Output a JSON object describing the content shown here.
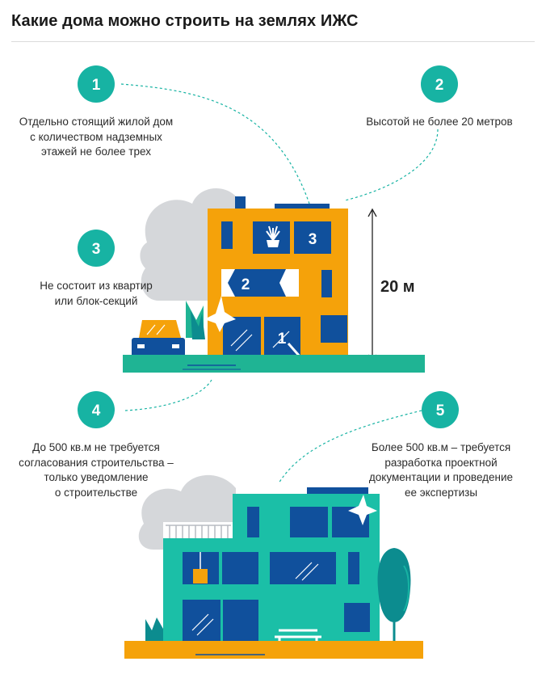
{
  "title": "Какие дома можно строить на землях ИЖС",
  "colors": {
    "teal": "#17b3a3",
    "orange": "#f5a20a",
    "navy": "#10509c",
    "green": "#1fb494",
    "cloud": "#d5d7da",
    "teal_dark": "#0c8c8f"
  },
  "badges": [
    {
      "number": "1",
      "text": "Отдельно стоящий жилой дом\nс количеством надземных\nэтажей не более трех"
    },
    {
      "number": "2",
      "text": "Высотой не более 20 метров"
    },
    {
      "number": "3",
      "text": "Не состоит из квартир\nили блок-секций"
    },
    {
      "number": "4",
      "text": "До 500 кв.м не требуется\nсогласования строительства –\nтолько уведомление\nо строительстве"
    },
    {
      "number": "5",
      "text": "Более 500 кв.м – требуется\nразработка проектной\nдокументации и проведение\nее экспертизы"
    }
  ],
  "house1": {
    "floor_labels": [
      "1",
      "2",
      "3"
    ],
    "height_label": "20 м"
  }
}
